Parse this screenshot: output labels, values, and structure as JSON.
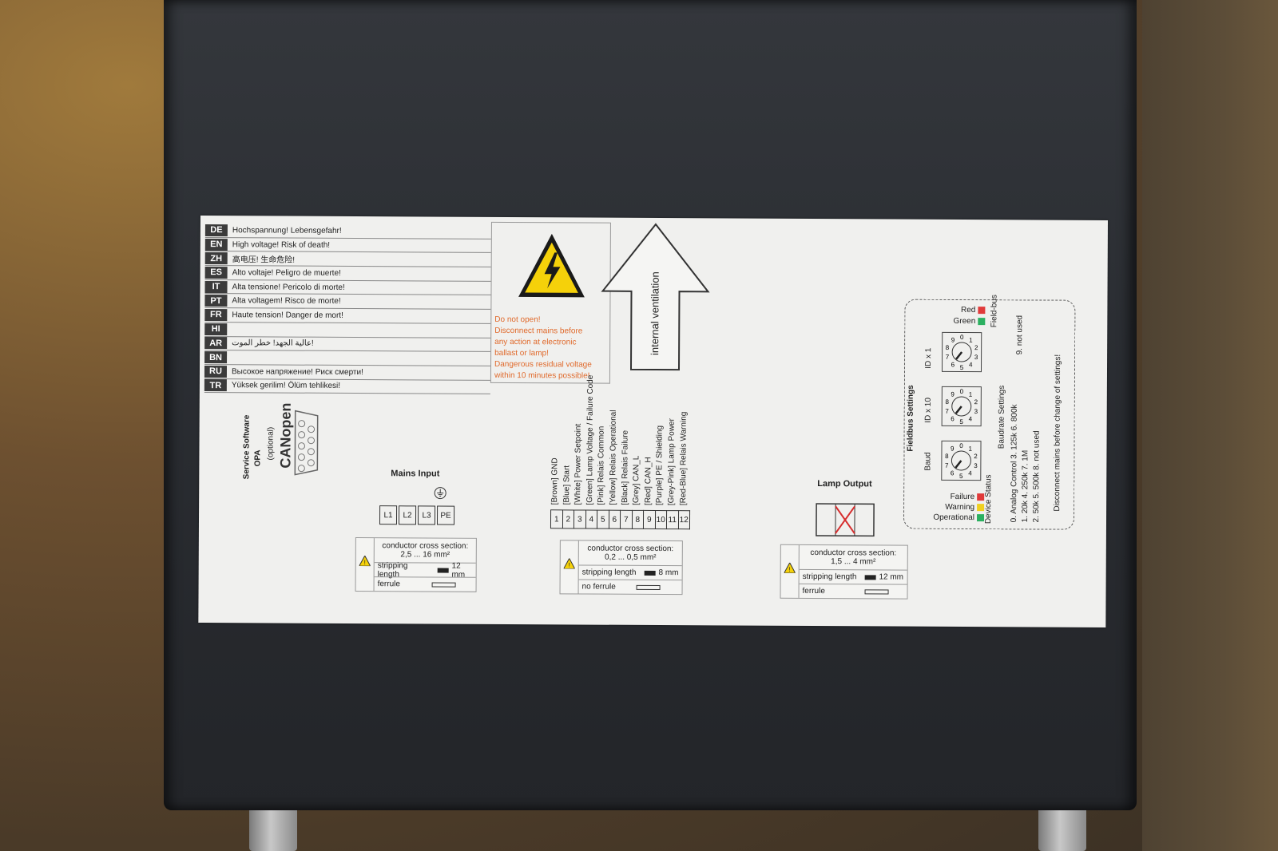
{
  "warnings": [
    {
      "code": "DE",
      "text": "Hochspannung! Lebensgefahr!"
    },
    {
      "code": "EN",
      "text": "High voltage! Risk of death!"
    },
    {
      "code": "ZH",
      "text": "高电压! 生命危险!"
    },
    {
      "code": "ES",
      "text": "Alto voltaje! Peligro de muerte!"
    },
    {
      "code": "IT",
      "text": "Alta tensione! Pericolo di morte!"
    },
    {
      "code": "PT",
      "text": "Alta voltagem! Risco de morte!"
    },
    {
      "code": "FR",
      "text": "Haute tension! Danger de mort!"
    },
    {
      "code": "HI",
      "text": ""
    },
    {
      "code": "AR",
      "text": "عالية الجهد! خطر الموت!"
    },
    {
      "code": "BN",
      "text": ""
    },
    {
      "code": "RU",
      "text": "Высокое напряжение! Риск смерти!"
    },
    {
      "code": "TR",
      "text": "Yüksek gerilim! Ölüm tehlikesi!"
    }
  ],
  "warning_note": [
    "Do not open!",
    "Disconnect mains before",
    "any action at electronic",
    "ballast or lamp!",
    "Dangerous residual voltage",
    "within 10 minutes possible!"
  ],
  "service": {
    "title": "Service Software",
    "subtitle": "OPA",
    "optional": "(optional)",
    "can": "CANopen"
  },
  "ventilation": "internal ventilation",
  "mains": {
    "title": "Mains Input",
    "terminals": [
      "L1",
      "L2",
      "L3",
      "PE"
    ],
    "cross_label": "conductor cross section:",
    "cross_value": "2,5 ... 16 mm²",
    "strip": "stripping length",
    "strip_value": "12 mm",
    "ferrule": "ferrule"
  },
  "control": {
    "wires": [
      "[Brown] GND",
      "[Blue] Start",
      "[White] Power Setpoint",
      "[Green] Lamp Voltage / Failure Code",
      "[Pink] Relais Common",
      "[Yellow] Relais Operational",
      "[Black] Relais Failure",
      "[Grey] CAN_L",
      "[Red] CAN_H",
      "[Purple] PE / Shielding",
      "[Grey-Pink] Lamp Power",
      "[Red-Blue] Relais Warning"
    ],
    "terminals": [
      "1",
      "2",
      "3",
      "4",
      "5",
      "6",
      "7",
      "8",
      "9",
      "10",
      "11",
      "12"
    ],
    "cross_label": "conductor cross section:",
    "cross_value": "0,2 ... 0,5 mm²",
    "strip": "stripping length",
    "strip_value": "8 mm",
    "ferrule": "no ferrule"
  },
  "lamp": {
    "title": "Lamp Output",
    "cross_label": "conductor cross section:",
    "cross_value": "1,5 ... 4 mm²",
    "strip": "stripping length",
    "strip_value": "12 mm",
    "ferrule": "ferrule"
  },
  "fieldbus": {
    "title": "Fieldbus Settings",
    "bus_leds": [
      {
        "label": "Red",
        "color": "#e03a3a"
      },
      {
        "label": "Green",
        "color": "#2bb060"
      }
    ],
    "bus_label": "Field-bus",
    "dials": [
      "ID x 1",
      "ID x 10",
      "Baud"
    ],
    "dial_digits": [
      "0",
      "1",
      "2",
      "3",
      "4",
      "5",
      "6",
      "7",
      "8",
      "9"
    ],
    "status_leds": [
      {
        "label": "Failure",
        "color": "#e03a3a"
      },
      {
        "label": "Warning",
        "color": "#f0d020"
      },
      {
        "label": "Operational",
        "color": "#2bb060"
      }
    ],
    "status_label": "Device Status",
    "baud_title": "Baudrate Settings",
    "baud_rows": [
      "0. Analog Control  3. 125k  6. 800k",
      "1. 20k   4. 250k  7. 1M",
      "2. 50k   5. 500k  8. not used"
    ],
    "baud_extra": "9. not used",
    "warn": "Disconnect mains before change of settings!"
  }
}
